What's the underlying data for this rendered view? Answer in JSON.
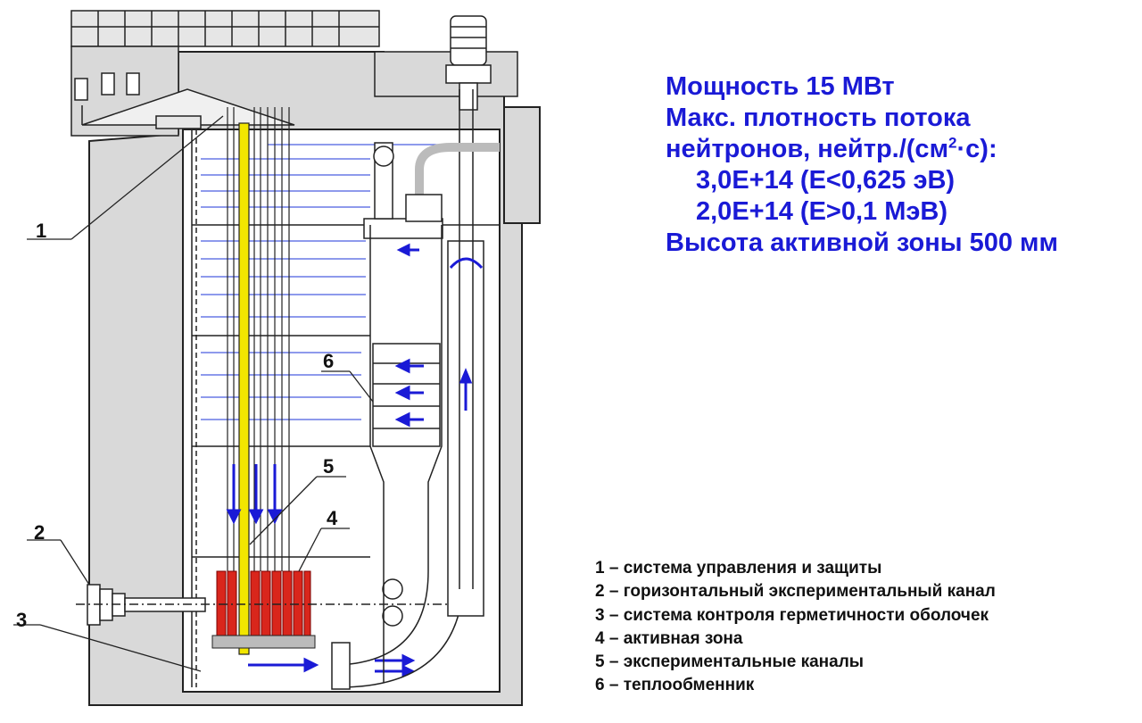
{
  "specs": {
    "power": "Мощность 15 МВт",
    "flux_title": "Макс. плотность потока",
    "flux_units_prefix": "нейтронов, нейтр./(см",
    "flux_units_sup": "2",
    "flux_units_suffix": "·с):",
    "flux_thermal": "3,0E+14 (E<0,625 эВ)",
    "flux_fast": "2,0E+14 (E>0,1 МэВ)",
    "core_height": "Высота активной зоны 500 мм"
  },
  "callouts": {
    "n1": "1",
    "n2": "2",
    "n3": "3",
    "n4": "4",
    "n5": "5",
    "n6": "6"
  },
  "legend": [
    "1 – система управления и защиты",
    "2 – горизонтальный экспериментальный канал",
    "3 – система контроля герметичности оболочек",
    "4 – активная зона",
    "5 – экспериментальные каналы",
    "6 – теплообменник"
  ],
  "colors": {
    "text_blue": "#1a1ad6",
    "flow_arrow": "#1a1ad6",
    "control_rod": "#f2e600",
    "core_fuel": "#d9261c",
    "concrete": "#d9d9d9",
    "water_line": "#4a5ee0"
  }
}
